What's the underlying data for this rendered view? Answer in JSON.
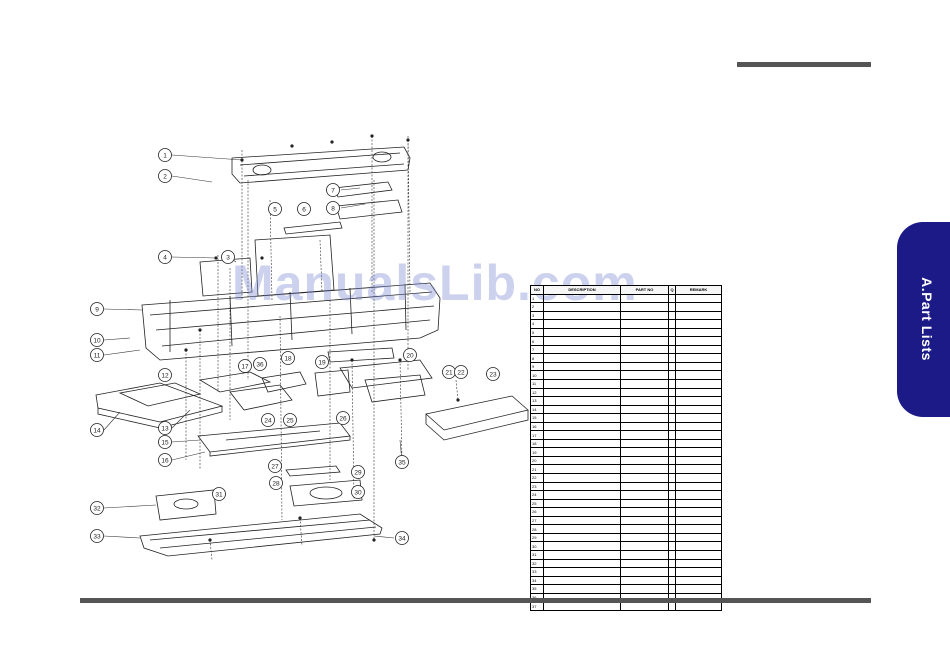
{
  "page": {
    "side_tab_label": "A.Part Lists",
    "watermark": "ManualsLib.com"
  },
  "diagram": {
    "callouts": [
      "1",
      "2",
      "3",
      "4",
      "5",
      "6",
      "7",
      "8",
      "9",
      "10",
      "11",
      "12",
      "13",
      "14",
      "15",
      "16",
      "17",
      "18",
      "19",
      "20",
      "21",
      "22",
      "23",
      "24",
      "25",
      "26",
      "27",
      "28",
      "29",
      "30",
      "31",
      "32",
      "33",
      "34",
      "35",
      "36"
    ]
  },
  "parts_table": {
    "headers": [
      "NO",
      "DESCRIPTION",
      "PART NO",
      "Q",
      "REMARK"
    ],
    "rows": [
      {
        "no": "1",
        "desc": "",
        "pn": "",
        "qty": "",
        "remark": ""
      },
      {
        "no": "2",
        "desc": "",
        "pn": "",
        "qty": "",
        "remark": ""
      },
      {
        "no": "3",
        "desc": "",
        "pn": "",
        "qty": "",
        "remark": ""
      },
      {
        "no": "4",
        "desc": "",
        "pn": "",
        "qty": "",
        "remark": ""
      },
      {
        "no": "5",
        "desc": "",
        "pn": "",
        "qty": "",
        "remark": ""
      },
      {
        "no": "6",
        "desc": "",
        "pn": "",
        "qty": "",
        "remark": ""
      },
      {
        "no": "7",
        "desc": "",
        "pn": "",
        "qty": "",
        "remark": ""
      },
      {
        "no": "8",
        "desc": "",
        "pn": "",
        "qty": "",
        "remark": ""
      },
      {
        "no": "9",
        "desc": "",
        "pn": "",
        "qty": "",
        "remark": ""
      },
      {
        "no": "10",
        "desc": "",
        "pn": "",
        "qty": "",
        "remark": ""
      },
      {
        "no": "11",
        "desc": "",
        "pn": "",
        "qty": "",
        "remark": ""
      },
      {
        "no": "12",
        "desc": "",
        "pn": "",
        "qty": "",
        "remark": ""
      },
      {
        "no": "13",
        "desc": "",
        "pn": "",
        "qty": "",
        "remark": ""
      },
      {
        "no": "14",
        "desc": "",
        "pn": "",
        "qty": "",
        "remark": ""
      },
      {
        "no": "15",
        "desc": "",
        "pn": "",
        "qty": "",
        "remark": ""
      },
      {
        "no": "16",
        "desc": "",
        "pn": "",
        "qty": "",
        "remark": ""
      },
      {
        "no": "17",
        "desc": "",
        "pn": "",
        "qty": "",
        "remark": ""
      },
      {
        "no": "18",
        "desc": "",
        "pn": "",
        "qty": "",
        "remark": ""
      },
      {
        "no": "19",
        "desc": "",
        "pn": "",
        "qty": "",
        "remark": ""
      },
      {
        "no": "20",
        "desc": "",
        "pn": "",
        "qty": "",
        "remark": ""
      },
      {
        "no": "21",
        "desc": "",
        "pn": "",
        "qty": "",
        "remark": ""
      },
      {
        "no": "22",
        "desc": "",
        "pn": "",
        "qty": "",
        "remark": ""
      },
      {
        "no": "23",
        "desc": "",
        "pn": "",
        "qty": "",
        "remark": ""
      },
      {
        "no": "24",
        "desc": "",
        "pn": "",
        "qty": "",
        "remark": ""
      },
      {
        "no": "25",
        "desc": "",
        "pn": "",
        "qty": "",
        "remark": ""
      },
      {
        "no": "26",
        "desc": "",
        "pn": "",
        "qty": "",
        "remark": ""
      },
      {
        "no": "27",
        "desc": "",
        "pn": "",
        "qty": "",
        "remark": ""
      },
      {
        "no": "28",
        "desc": "",
        "pn": "",
        "qty": "",
        "remark": ""
      },
      {
        "no": "29",
        "desc": "",
        "pn": "",
        "qty": "",
        "remark": ""
      },
      {
        "no": "30",
        "desc": "",
        "pn": "",
        "qty": "",
        "remark": ""
      },
      {
        "no": "31",
        "desc": "",
        "pn": "",
        "qty": "",
        "remark": ""
      },
      {
        "no": "32",
        "desc": "",
        "pn": "",
        "qty": "",
        "remark": ""
      },
      {
        "no": "33",
        "desc": "",
        "pn": "",
        "qty": "",
        "remark": ""
      },
      {
        "no": "34",
        "desc": "",
        "pn": "",
        "qty": "",
        "remark": ""
      },
      {
        "no": "35",
        "desc": "",
        "pn": "",
        "qty": "",
        "remark": ""
      },
      {
        "no": "36",
        "desc": "",
        "pn": "",
        "qty": "",
        "remark": ""
      },
      {
        "no": "37",
        "desc": "",
        "pn": "",
        "qty": "",
        "remark": ""
      }
    ]
  }
}
